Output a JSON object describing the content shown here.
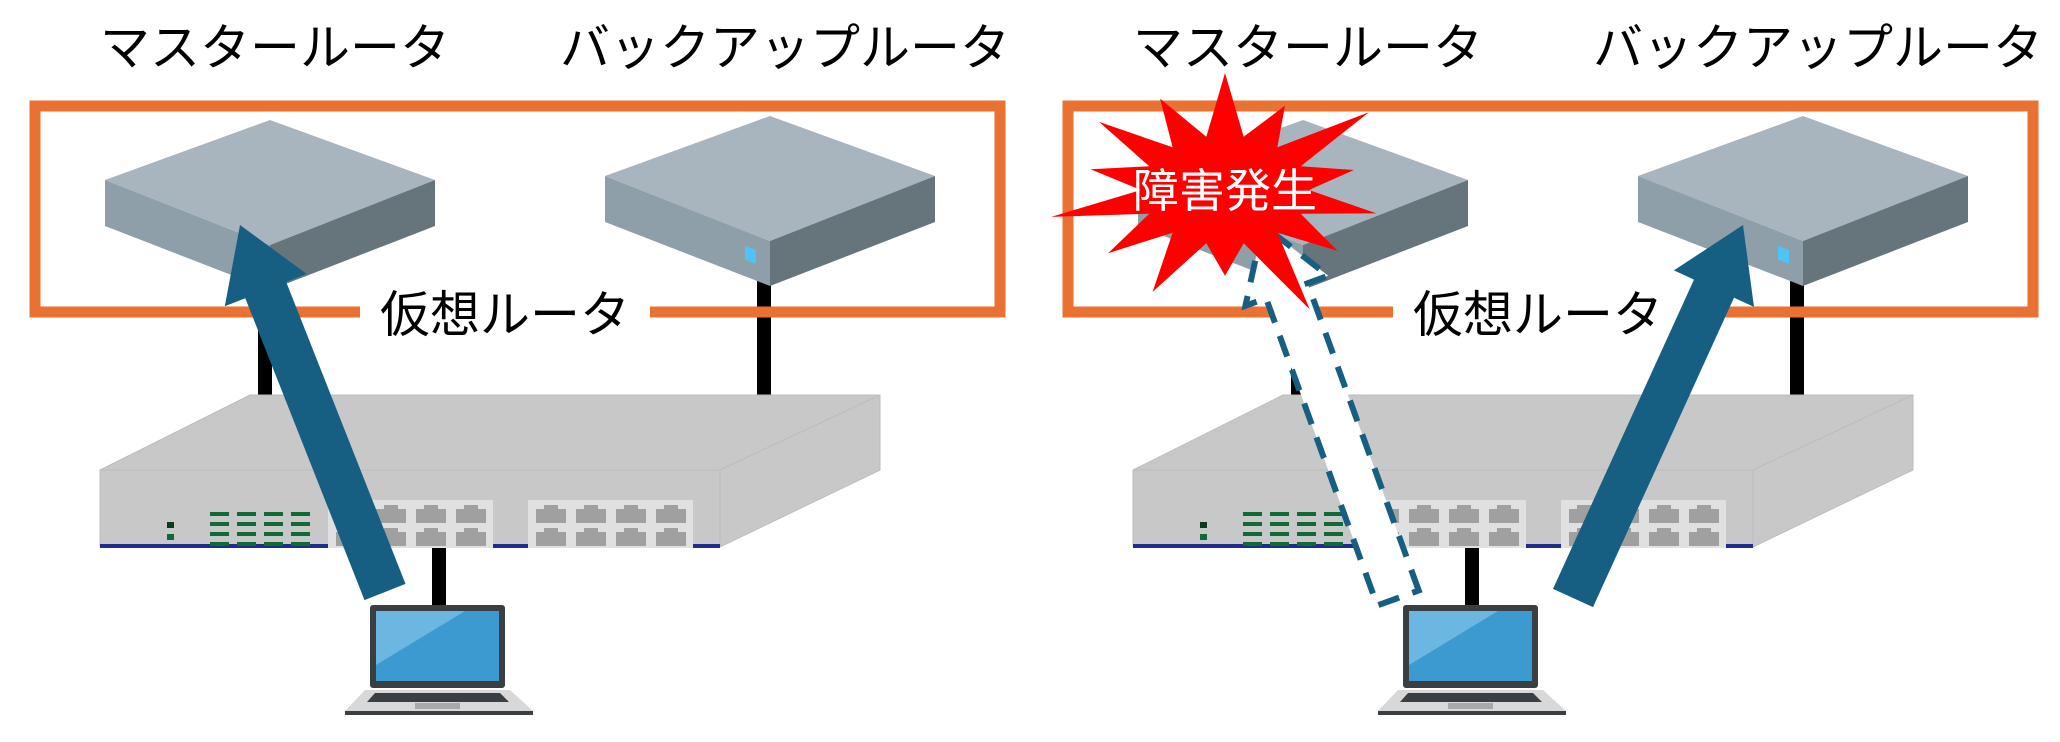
{
  "colors": {
    "vrouter_frame": "#E97132",
    "router_top": "#A8B5BE",
    "router_left": "#8E9FA9",
    "router_right": "#66747B",
    "router_led": "#4FC3F7",
    "switch_body": "#C8C8C8",
    "switch_port_panel": "#E0E0E0",
    "switch_port": "#A0A0A0",
    "switch_led": "#0E6B35",
    "switch_base_stripe": "#1E2C8C",
    "cable": "#000000",
    "arrow": "#175F82",
    "burst": "#FF0000",
    "laptop_screen": "#3D9AD1",
    "laptop_bezel": "#3A3F44",
    "laptop_base": "#D8D8D8"
  },
  "panels": [
    {
      "id": "normal",
      "master_router_label": "マスタールータ",
      "backup_router_label": "バックアップルータ",
      "virtual_router_label": "仮想ルータ",
      "active_path": "master",
      "failure": false
    },
    {
      "id": "failover",
      "master_router_label": "マスタールータ",
      "backup_router_label": "バックアップルータ",
      "virtual_router_label": "仮想ルータ",
      "failure_label": "障害発生",
      "active_path": "backup",
      "failure": true
    }
  ]
}
